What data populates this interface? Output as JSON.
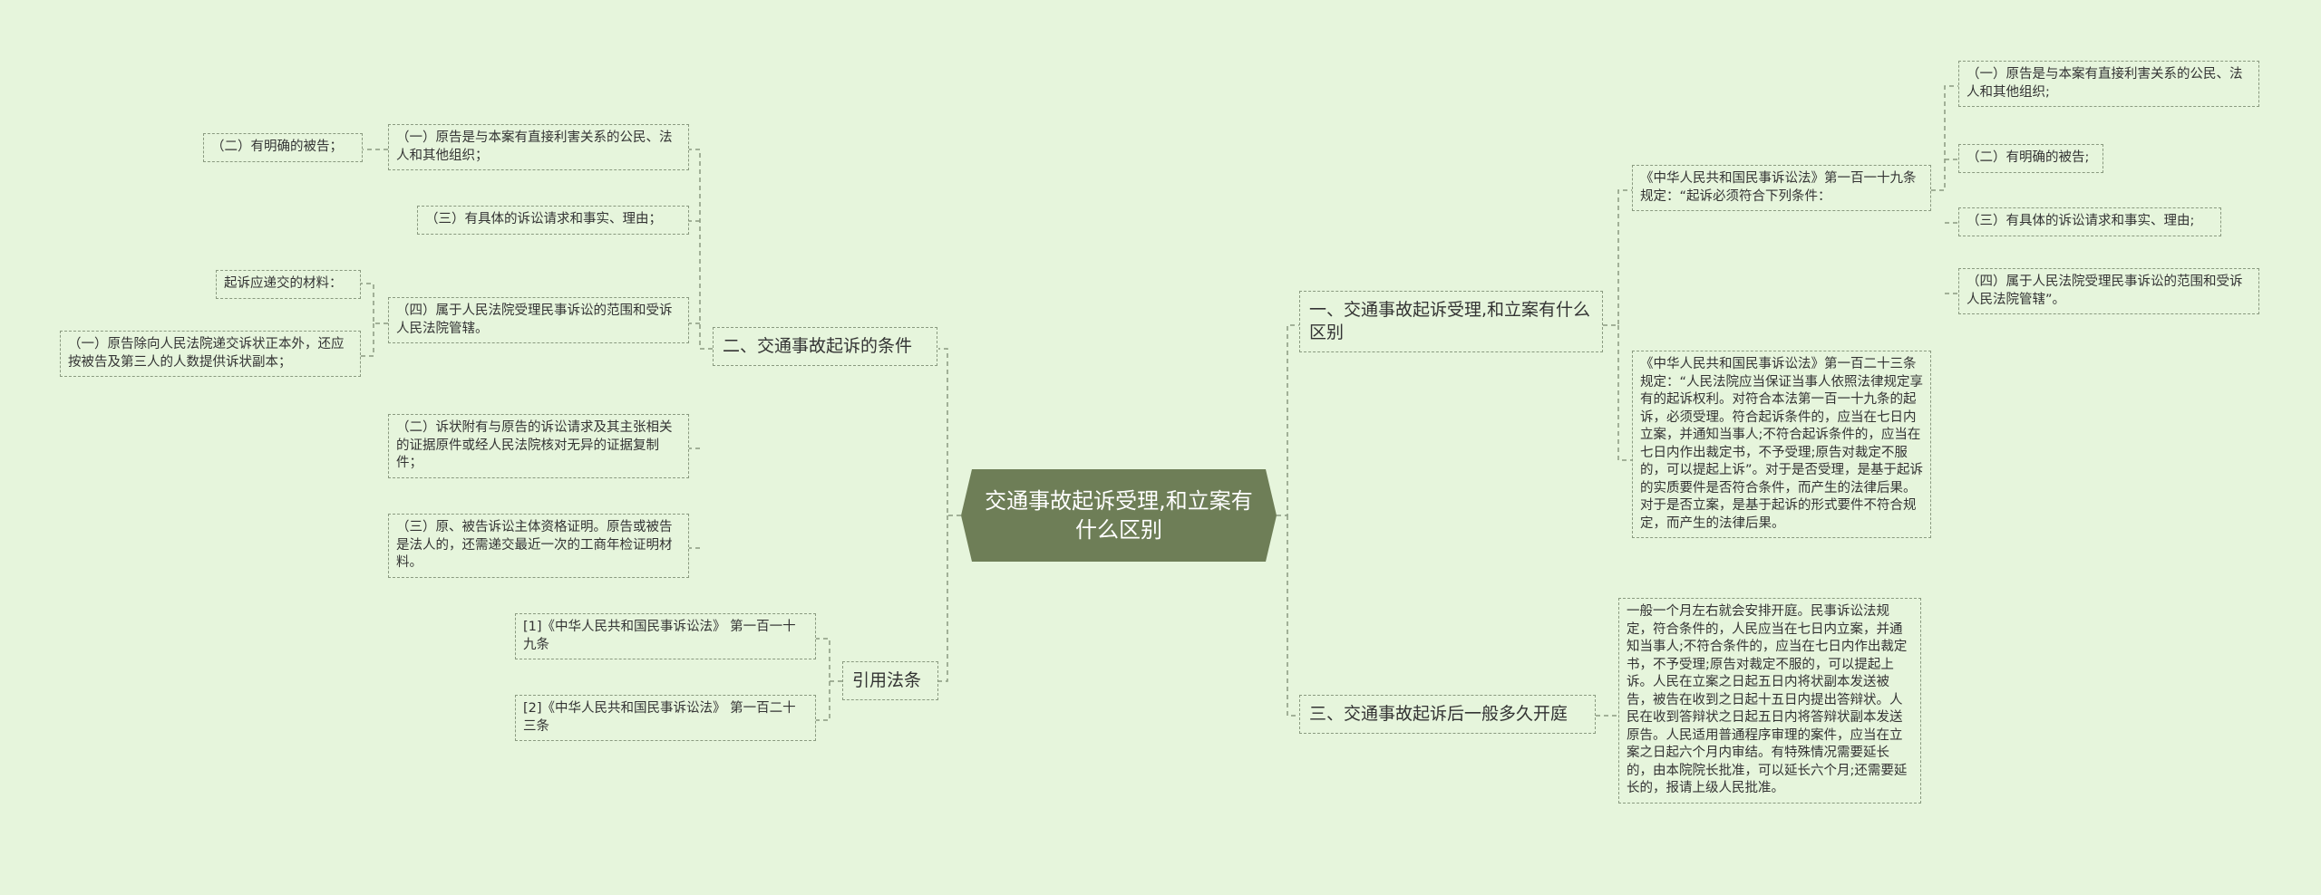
{
  "root": {
    "label": "交通事故起诉受理,和立案有什么区别"
  },
  "left": {
    "conditions": {
      "label": "二、交通事故起诉的条件",
      "items": [
        "（一）原告是与本案有直接利害关系的公民、法人和其他组织；",
        "（三）有具体的诉讼请求和事实、理由；",
        "（四）属于人民法院受理民事诉讼的范围和受诉人民法院管辖。",
        "（二）诉状附有与原告的诉讼请求及其主张相关的证据原件或经人民法院核对无异的证据复制件；",
        "（三）原、被告诉讼主体资格证明。原告或被告是法人的，还需递交最近一次的工商年检证明材料。"
      ],
      "sub_defendant": "（二）有明确的被告；",
      "sub_materials": "起诉应递交的材料：",
      "sub_copies": "（一）原告除向人民法院递交诉状正本外，还应按被告及第三人的人数提供诉状副本；"
    },
    "citations": {
      "label": "引用法条",
      "items": [
        "[1]《中华人民共和国民事诉讼法》 第一百一十九条",
        "[2]《中华人民共和国民事诉讼法》 第一百二十三条"
      ]
    }
  },
  "right": {
    "difference": {
      "label": "一、交通事故起诉受理,和立案有什么区别",
      "art119": "《中华人民共和国民事诉讼法》第一百一十九条规定：“起诉必须符合下列条件：",
      "art119_items": [
        "（一）原告是与本案有直接利害关系的公民、法人和其他组织;",
        "（二）有明确的被告;",
        "（三）有具体的诉讼请求和事实、理由;",
        "（四）属于人民法院受理民事诉讼的范围和受诉人民法院管辖”。"
      ],
      "art123": "《中华人民共和国民事诉讼法》第一百二十三条规定：“人民法院应当保证当事人依照法律规定享有的起诉权利。对符合本法第一百一十九条的起诉，必须受理。符合起诉条件的，应当在七日内立案，并通知当事人;不符合起诉条件的，应当在七日内作出裁定书，不予受理;原告对裁定不服的，可以提起上诉”。对于是否受理，是基于起诉的实质要件是否符合条件，而产生的法律后果。对于是否立案，是基于起诉的形式要件不符合规定，而产生的法律后果。"
    },
    "timeline": {
      "label": "三、交通事故起诉后一般多久开庭",
      "text": "一般一个月左右就会安排开庭。民事诉讼法规定，符合条件的，人民应当在七日内立案，并通知当事人;不符合条件的，应当在七日内作出裁定书，不予受理;原告对裁定不服的，可以提起上诉。人民在立案之日起五日内将状副本发送被告，被告在收到之日起十五日内提出答辩状。人民在收到答辩状之日起五日内将答辩状副本发送原告。人民适用普通程序审理的案件，应当在立案之日起六个月内审结。有特殊情况需要延长的，由本院院长批准，可以延长六个月;还需要延长的，报请上级人民批准。"
    }
  },
  "colors": {
    "background": "#e6f5dc",
    "root_fill": "#6e7e57",
    "line": "#8a9a80"
  }
}
